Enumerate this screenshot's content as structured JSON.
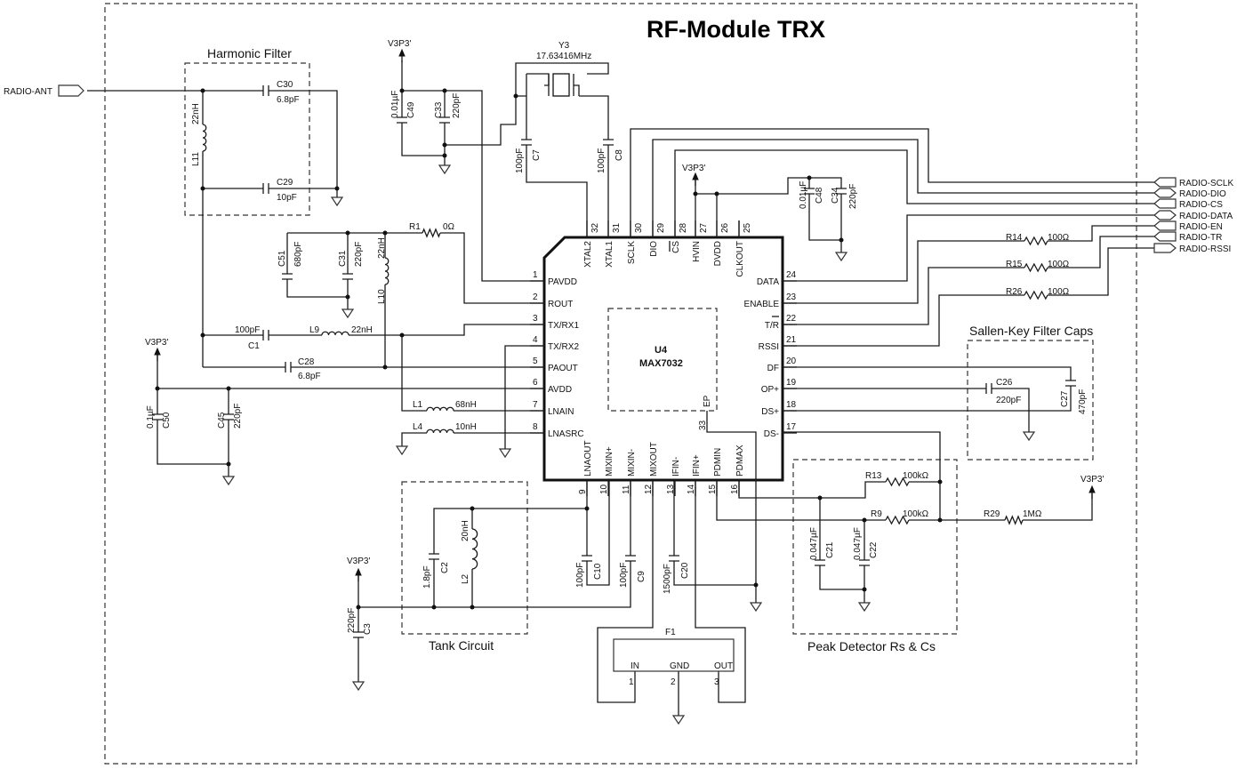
{
  "title": "RF-Module TRX",
  "chip": {
    "ref": "U4",
    "part": "MAX7032",
    "ep_label": "EP",
    "ep_pin": "33",
    "left_pins": [
      {
        "num": "1",
        "name": "PAVDD"
      },
      {
        "num": "2",
        "name": "ROUT"
      },
      {
        "num": "3",
        "name": "TX/RX1"
      },
      {
        "num": "4",
        "name": "TX/RX2"
      },
      {
        "num": "5",
        "name": "PAOUT"
      },
      {
        "num": "6",
        "name": "AVDD"
      },
      {
        "num": "7",
        "name": "LNAIN"
      },
      {
        "num": "8",
        "name": "LNASRC"
      }
    ],
    "bottom_pins": [
      {
        "num": "9",
        "name": "LNAOUT"
      },
      {
        "num": "10",
        "name": "MIXIN+"
      },
      {
        "num": "11",
        "name": "MIXIN-"
      },
      {
        "num": "12",
        "name": "MIXOUT"
      },
      {
        "num": "13",
        "name": "IFIN-"
      },
      {
        "num": "14",
        "name": "IFIN+"
      },
      {
        "num": "15",
        "name": "PDMIN"
      },
      {
        "num": "16",
        "name": "PDMAX"
      }
    ],
    "right_pins": [
      {
        "num": "24",
        "name": "DATA"
      },
      {
        "num": "23",
        "name": "ENABLE"
      },
      {
        "num": "22",
        "name": "T/R"
      },
      {
        "num": "21",
        "name": "RSSI"
      },
      {
        "num": "20",
        "name": "DF"
      },
      {
        "num": "19",
        "name": "OP+"
      },
      {
        "num": "18",
        "name": "DS+"
      },
      {
        "num": "17",
        "name": "DS-"
      }
    ],
    "top_pins": [
      {
        "num": "32",
        "name": "XTAL2"
      },
      {
        "num": "31",
        "name": "XTAL1"
      },
      {
        "num": "30",
        "name": "SCLK"
      },
      {
        "num": "29",
        "name": "DIO"
      },
      {
        "num": "28",
        "name": "CS"
      },
      {
        "num": "27",
        "name": "HVIN"
      },
      {
        "num": "26",
        "name": "DVDD"
      },
      {
        "num": "25",
        "name": "CLKOUT"
      }
    ]
  },
  "groups": {
    "harmonic_filter": "Harmonic Filter",
    "sallen_key": "Sallen-Key Filter Caps",
    "peak_detector": "Peak Detector Rs & Cs",
    "tank_circuit": "Tank Circuit"
  },
  "power_label": "V3P3'",
  "ports": {
    "antenna": "RADIO-ANT",
    "right": [
      "RADIO-SCLK",
      "RADIO-DIO",
      "RADIO-CS",
      "RADIO-DATA",
      "RADIO-EN",
      "RADIO-TR",
      "RADIO-RSSI"
    ]
  },
  "crystal": {
    "ref": "Y3",
    "value": "17.63416MHz"
  },
  "components": {
    "C30": {
      "ref": "C30",
      "value": "6.8pF"
    },
    "C29": {
      "ref": "C29",
      "value": "10pF"
    },
    "L11": {
      "ref": "L11",
      "value": "22nH"
    },
    "C49": {
      "ref": "C49",
      "value": "0.01µF"
    },
    "C33": {
      "ref": "C33",
      "value": "220pF"
    },
    "C7": {
      "ref": "C7",
      "value": "100pF"
    },
    "C8": {
      "ref": "C8",
      "value": "100pF"
    },
    "C48": {
      "ref": "C48",
      "value": "0.01µF"
    },
    "C34": {
      "ref": "C34",
      "value": "220pF"
    },
    "R1": {
      "ref": "R1",
      "value": "0Ω"
    },
    "C51": {
      "ref": "C51",
      "value": "680pF"
    },
    "C31": {
      "ref": "C31",
      "value": "220pF"
    },
    "L10": {
      "ref": "L10",
      "value": "22nH"
    },
    "C1": {
      "ref": "C1",
      "value": "100pF"
    },
    "L9": {
      "ref": "L9",
      "value": "22nH"
    },
    "C28": {
      "ref": "C28",
      "value": "6.8pF"
    },
    "C50": {
      "ref": "C50",
      "value": "0.1µF"
    },
    "C45": {
      "ref": "C45",
      "value": "220pF"
    },
    "L1": {
      "ref": "L1",
      "value": "68nH"
    },
    "L4": {
      "ref": "L4",
      "value": "10nH"
    },
    "R14": {
      "ref": "R14",
      "value": "100Ω"
    },
    "R15": {
      "ref": "R15",
      "value": "100Ω"
    },
    "R26": {
      "ref": "R26",
      "value": "100Ω"
    },
    "C26": {
      "ref": "C26",
      "value": "220pF"
    },
    "C27": {
      "ref": "C27",
      "value": "470pF"
    },
    "R13": {
      "ref": "R13",
      "value": "100kΩ"
    },
    "R9": {
      "ref": "R9",
      "value": "100kΩ"
    },
    "R29": {
      "ref": "R29",
      "value": "1MΩ"
    },
    "C21": {
      "ref": "C21",
      "value": "0.047µF"
    },
    "C22": {
      "ref": "C22",
      "value": "0.047µF"
    },
    "C2": {
      "ref": "C2",
      "value": "1.8pF"
    },
    "L2": {
      "ref": "L2",
      "value": "20nH"
    },
    "C3": {
      "ref": "C3",
      "value": "220pF"
    },
    "C10": {
      "ref": "C10",
      "value": "100pF"
    },
    "C9": {
      "ref": "C9",
      "value": "100pF"
    },
    "C20": {
      "ref": "C20",
      "value": "1500pF"
    }
  },
  "filter_f1": {
    "ref": "F1",
    "pins": [
      {
        "num": "1",
        "name": "IN"
      },
      {
        "num": "2",
        "name": "GND"
      },
      {
        "num": "3",
        "name": "OUT"
      }
    ]
  }
}
